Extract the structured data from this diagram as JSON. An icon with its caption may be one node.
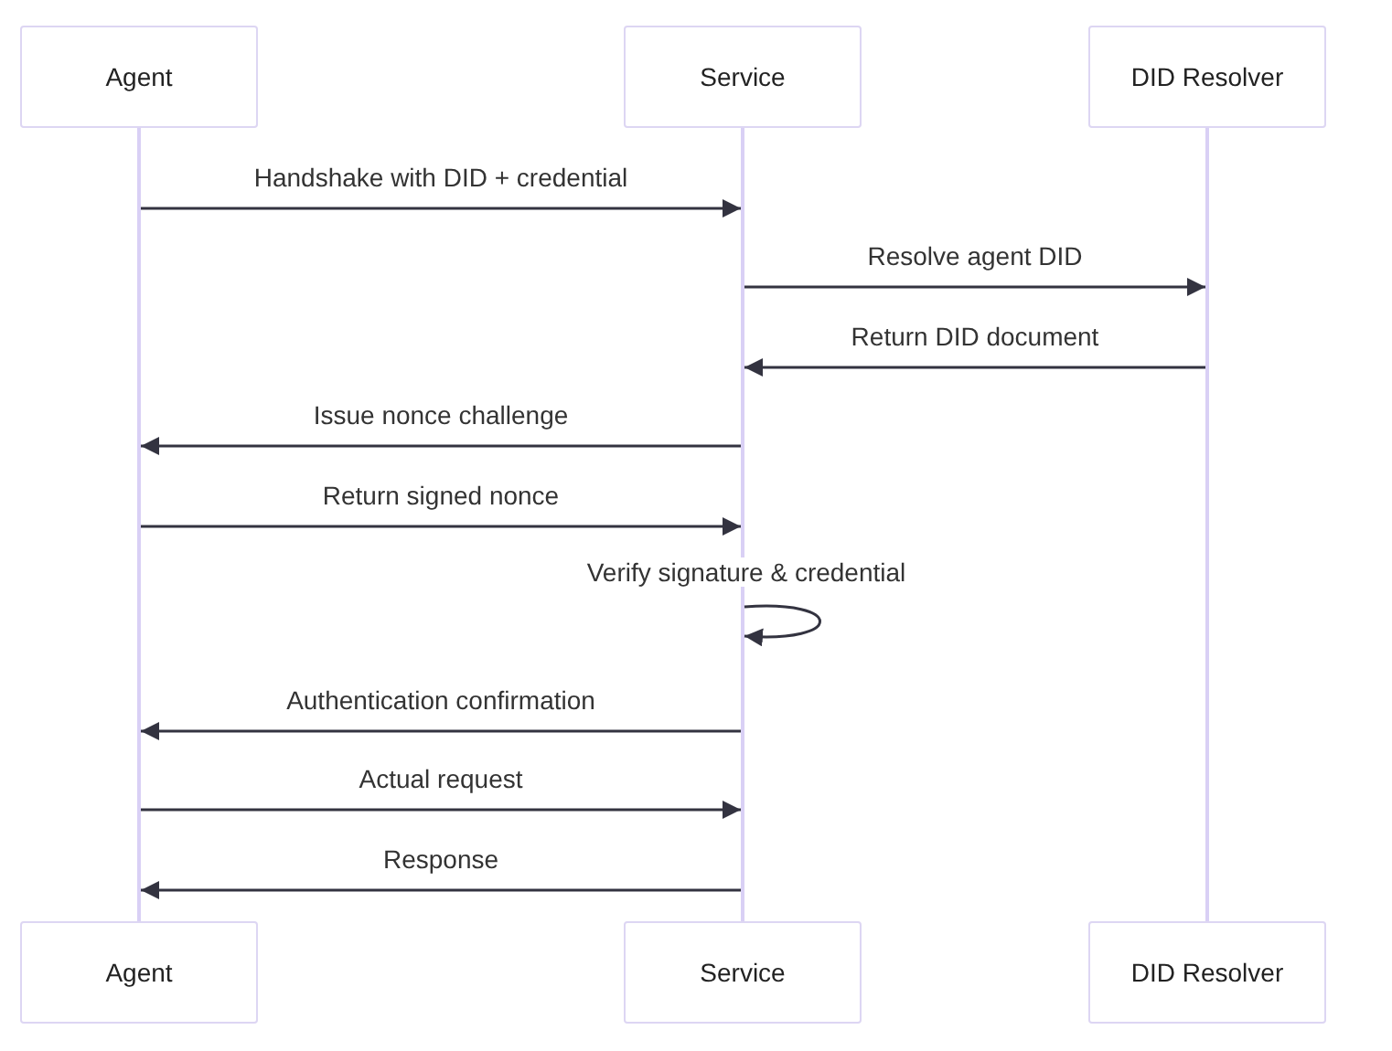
{
  "diagram": {
    "nodes": [
      {
        "text": [
          "Agent"
        ]
      },
      {
        "text": [
          "Service"
        ]
      },
      {
        "text": [
          "DID Resolver"
        ]
      },
      {
        "text": [
          "Agent"
        ]
      },
      {
        "text": [
          "Service"
        ]
      },
      {
        "text": [
          "DID Resolver"
        ]
      },
      {
        "text": [],
        "shape": "bar"
      },
      {
        "text": [],
        "shape": "bar"
      },
      {
        "text": [],
        "shape": "bar"
      }
    ],
    "edges": [
      {
        "from": 6,
        "to": 7,
        "arrow": "to",
        "label": "Handshake with DID + credential"
      },
      {
        "from": 7,
        "to": 8,
        "arrow": "to",
        "label": "Resolve agent DID"
      },
      {
        "from": 8,
        "to": 7,
        "arrow": "to",
        "label": "Return DID document"
      },
      {
        "from": 7,
        "to": 6,
        "arrow": "to",
        "label": "Issue nonce challenge"
      },
      {
        "from": 6,
        "to": 7,
        "arrow": "to",
        "label": "Return signed nonce"
      },
      {
        "from": 7,
        "to": 7,
        "arrow": "to",
        "label": "Verify signature & credential"
      },
      {
        "from": 7,
        "to": 6,
        "arrow": "to",
        "label": "Authentication confirmation"
      },
      {
        "from": 6,
        "to": 7,
        "arrow": "to",
        "label": "Actual request"
      },
      {
        "from": 7,
        "to": 6,
        "arrow": "to",
        "label": "Response"
      }
    ]
  }
}
